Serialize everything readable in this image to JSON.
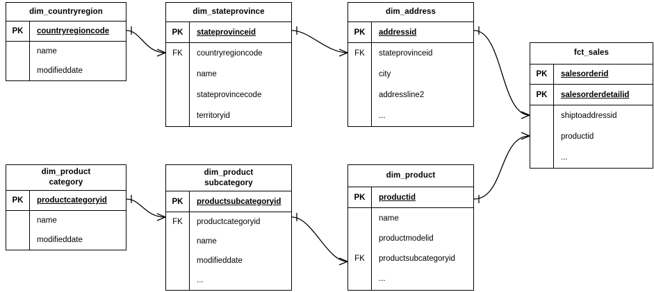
{
  "diagram": {
    "title": "star-schema-erd",
    "notation": "crows-foot",
    "entities": [
      {
        "id": "dim_countryregion",
        "name": "dim_countryregion",
        "name_lines": [
          "dim_countryregion"
        ],
        "pk_rows": [
          {
            "key": "PK",
            "attr": "countryregioncode"
          }
        ],
        "body_rows": [
          {
            "key": "",
            "attr": "name"
          },
          {
            "key": "",
            "attr": "modifieddate"
          }
        ]
      },
      {
        "id": "dim_stateprovince",
        "name": "dim_stateprovince",
        "name_lines": [
          "dim_stateprovince"
        ],
        "pk_rows": [
          {
            "key": "PK",
            "attr": "stateprovinceid"
          }
        ],
        "body_rows": [
          {
            "key": "FK",
            "attr": "countryregioncode"
          },
          {
            "key": "",
            "attr": "name"
          },
          {
            "key": "",
            "attr": "stateprovincecode"
          },
          {
            "key": "",
            "attr": "territoryid"
          }
        ]
      },
      {
        "id": "dim_address",
        "name": "dim_address",
        "name_lines": [
          "dim_address"
        ],
        "pk_rows": [
          {
            "key": "PK",
            "attr": "addressid"
          }
        ],
        "body_rows": [
          {
            "key": "FK",
            "attr": "stateprovinceid"
          },
          {
            "key": "",
            "attr": "city"
          },
          {
            "key": "",
            "attr": "addressline2"
          },
          {
            "key": "",
            "attr": "..."
          }
        ]
      },
      {
        "id": "fct_sales",
        "name": "fct_sales",
        "name_lines": [
          "fct_sales"
        ],
        "pk_rows": [
          {
            "key": "PK",
            "attr": "salesorderid"
          },
          {
            "key": "PK",
            "attr": "salesorderdetailid"
          }
        ],
        "body_rows": [
          {
            "key": "",
            "attr": "shiptoaddressid"
          },
          {
            "key": "",
            "attr": "productid"
          },
          {
            "key": "",
            "attr": "..."
          }
        ]
      },
      {
        "id": "dim_productcategory",
        "name": "dim_product category",
        "name_lines": [
          "dim_product",
          "category"
        ],
        "pk_rows": [
          {
            "key": "PK",
            "attr": "productcategoryid"
          }
        ],
        "body_rows": [
          {
            "key": "",
            "attr": "name"
          },
          {
            "key": "",
            "attr": "modifieddate"
          }
        ]
      },
      {
        "id": "dim_productsubcategory",
        "name": "dim_product subcategory",
        "name_lines": [
          "dim_product",
          "subcategory"
        ],
        "pk_rows": [
          {
            "key": "PK",
            "attr": "productsubcategoryid"
          }
        ],
        "body_rows": [
          {
            "key": "FK",
            "attr": "productcategoryid"
          },
          {
            "key": "",
            "attr": "name"
          },
          {
            "key": "",
            "attr": "modifieddate"
          },
          {
            "key": "",
            "attr": "..."
          }
        ]
      },
      {
        "id": "dim_product",
        "name": "dim_product",
        "name_lines": [
          "dim_product"
        ],
        "pk_rows": [
          {
            "key": "PK",
            "attr": "productid"
          }
        ],
        "body_rows": [
          {
            "key": "",
            "attr": "name"
          },
          {
            "key": "",
            "attr": "productmodelid"
          },
          {
            "key": "FK",
            "attr": "productsubcategoryid"
          },
          {
            "key": "",
            "attr": "..."
          }
        ]
      }
    ],
    "relationships": [
      {
        "from": "dim_countryregion",
        "to": "dim_stateprovince",
        "from_attr": "countryregioncode",
        "to_attr": "countryregioncode",
        "cardinality": "one-to-many"
      },
      {
        "from": "dim_stateprovince",
        "to": "dim_address",
        "from_attr": "stateprovinceid",
        "to_attr": "stateprovinceid",
        "cardinality": "one-to-many"
      },
      {
        "from": "dim_address",
        "to": "fct_sales",
        "from_attr": "addressid",
        "to_attr": "shiptoaddressid",
        "cardinality": "one-to-many"
      },
      {
        "from": "dim_product",
        "to": "fct_sales",
        "from_attr": "productid",
        "to_attr": "productid",
        "cardinality": "one-to-many"
      },
      {
        "from": "dim_productcategory",
        "to": "dim_productsubcategory",
        "from_attr": "productcategoryid",
        "to_attr": "productcategoryid",
        "cardinality": "one-to-many"
      },
      {
        "from": "dim_productsubcategory",
        "to": "dim_product",
        "from_attr": "productsubcategoryid",
        "to_attr": "productsubcategoryid",
        "cardinality": "one-to-many"
      }
    ],
    "colors": {
      "line": "#000000",
      "fill": "#ffffff",
      "text": "#000000"
    }
  }
}
